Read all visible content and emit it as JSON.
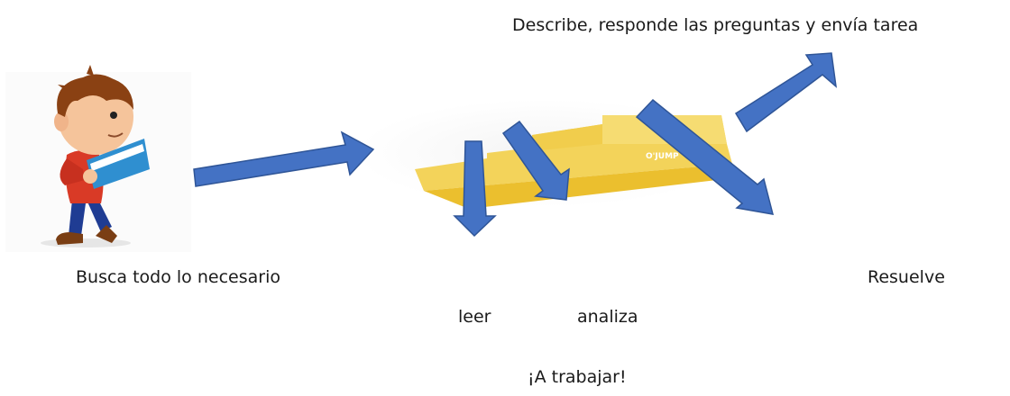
{
  "labels": {
    "task": "Describe, responde las preguntas y envía tarea",
    "search": "Busca todo lo necesario",
    "solve": "Resuelve",
    "read": "leer",
    "analyze": "analiza",
    "motto": "¡A trabajar!"
  },
  "illustrations": {
    "boy": {
      "icon": "boy-reading-book-icon",
      "colors": {
        "shirt": "#d93a26",
        "pants": "#1f3c93",
        "hair": "#8a4113",
        "book": "#2f8fd0"
      }
    },
    "stairs": {
      "icon": "yellow-stair-platform-icon",
      "brand_text": "O'JUMP",
      "colors": {
        "top": "#f3d35a",
        "side": "#ebbf2e"
      }
    }
  },
  "colors": {
    "arrow_fill": "#4472c4",
    "arrow_stroke": "#2f5597",
    "text": "#1a1a1a"
  }
}
